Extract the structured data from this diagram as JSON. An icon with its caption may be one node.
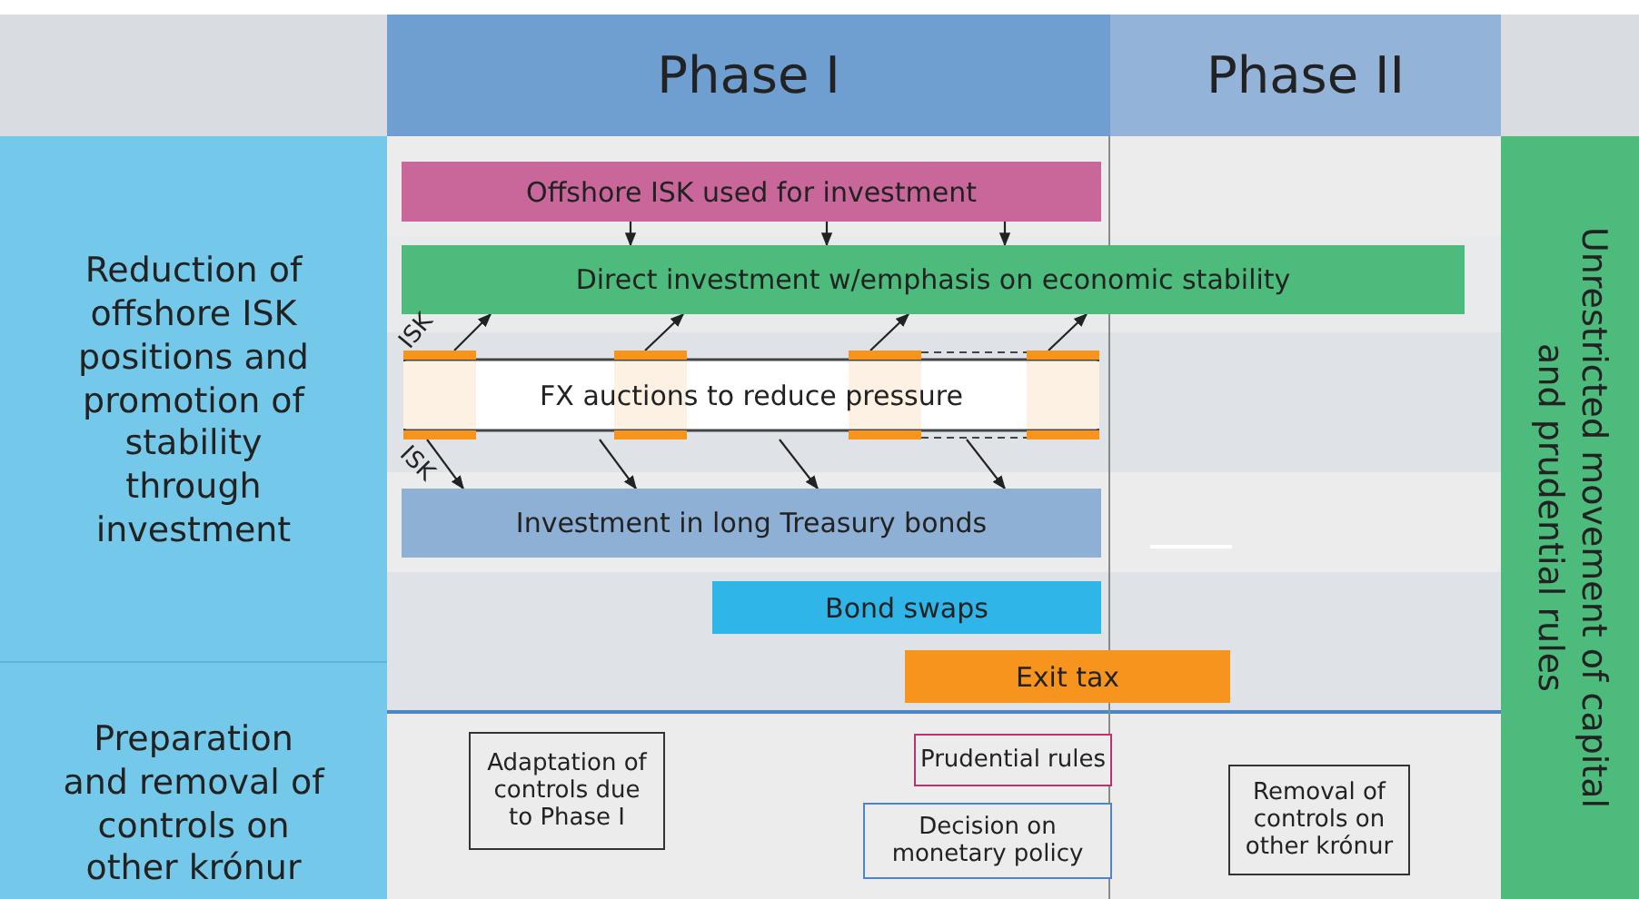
{
  "diagram": {
    "nodes": [
      {
        "text": [
          "Phase I"
        ]
      },
      {
        "text": [
          "Phase II"
        ]
      },
      {
        "text": [
          "Reduction of offshore ISK positions and promotion of stability through investment"
        ]
      },
      {
        "text": [
          "Offshore ISK used for investment"
        ]
      },
      {
        "text": [
          "Direct investment w/emphasis on economic stability"
        ]
      },
      {
        "text": [
          "FX auctions to reduce pressure"
        ]
      },
      {
        "text": [
          "Investment in long Treasury bonds"
        ]
      },
      {
        "text": [
          "Bond swaps"
        ]
      },
      {
        "text": [
          "Exit tax"
        ]
      },
      {
        "text": [
          "Unrestricted movement of capital and prudential rules"
        ]
      },
      {
        "text": [
          "Preparation and removal of controls on other krónur"
        ]
      },
      {
        "text": [
          "Adaptation of controls due to Phase I"
        ]
      },
      {
        "text": [
          "Prudential rules"
        ]
      },
      {
        "text": [
          "Decision on monetary policy"
        ]
      },
      {
        "text": [
          "Removal of controls on other krónur"
        ]
      }
    ],
    "edges": [
      {
        "from": 3,
        "to": 4,
        "arrow": "to"
      },
      {
        "from": 3,
        "to": 4,
        "arrow": "to"
      },
      {
        "from": 3,
        "to": 4,
        "arrow": "to"
      },
      {
        "from": 5,
        "to": 4,
        "arrow": "to"
      },
      {
        "from": 5,
        "to": 4,
        "arrow": "to"
      },
      {
        "from": 5,
        "to": 4,
        "arrow": "to"
      },
      {
        "from": 5,
        "to": 4,
        "arrow": "to"
      },
      {
        "from": 5,
        "to": 6,
        "arrow": "to"
      },
      {
        "from": 5,
        "to": 6,
        "arrow": "to"
      },
      {
        "from": 5,
        "to": 6,
        "arrow": "to"
      },
      {
        "from": 5,
        "to": 6,
        "arrow": "to"
      }
    ],
    "labels": [
      "ISK",
      "ISK"
    ]
  }
}
